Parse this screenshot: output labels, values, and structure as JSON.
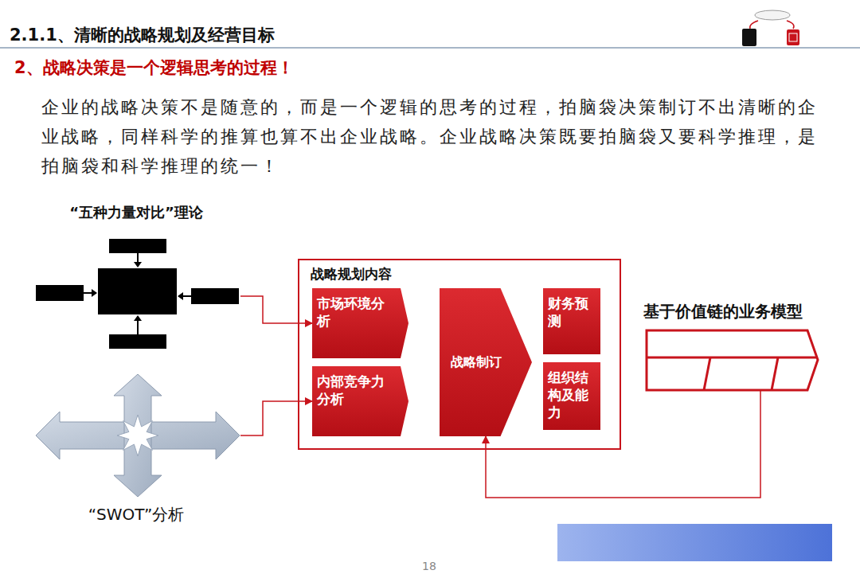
{
  "diagram": {
    "title": "2.1.1、清晰的战略规划及经营目标",
    "nodes": [
      {
        "text": [
          "“五种力量对比”理论"
        ]
      },
      {
        "text": [
          "“SWOT”分析"
        ]
      },
      {
        "text": [
          "战略规划内容"
        ]
      },
      {
        "text": [
          "市场环境分析"
        ],
        "in": 2
      },
      {
        "text": [
          "内部竞争力分析"
        ],
        "in": 2
      },
      {
        "text": [
          "战略制订"
        ],
        "in": 2
      },
      {
        "text": [
          "财务预测"
        ],
        "in": 2
      },
      {
        "text": [
          "组织结构及能力"
        ],
        "in": 2
      },
      {
        "text": [
          "基于价值链的业务模型"
        ]
      }
    ],
    "edges": [
      {
        "from": 0,
        "to": 3,
        "arrow": "to"
      },
      {
        "from": 1,
        "to": 4,
        "arrow": "to"
      },
      {
        "from": 8,
        "to": 5,
        "arrow": "to"
      }
    ],
    "labels": [
      "2、战略决策是一个逻辑思考的过程！",
      "企业的战略决策不是随意的，而是一个逻辑的思考的过程，拍脑袋决策制订不出清晰的企业战略，同样科学的推算也算不出企业战略。企业战略决策既要拍脑袋又要科学推理，是拍脑袋和科学推理的统一！",
      "18"
    ]
  }
}
